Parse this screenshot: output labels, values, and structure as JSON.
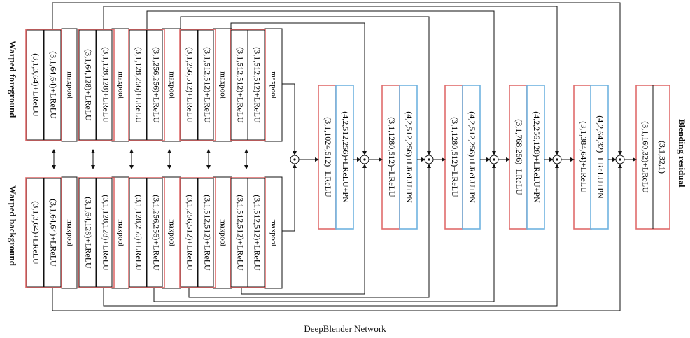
{
  "caption": "DeepBlender Network",
  "labels": {
    "warped_foreground": "Warped foreground",
    "warped_background": "Warped background",
    "blending_residual": "Blending residual"
  },
  "colors": {
    "conv": "#e06c6c",
    "deconv": "#6fb3df",
    "plain": "#111111"
  },
  "encoder_layers": [
    "(3,1,3,64)+LReLU",
    "(3,1,64,64)+LReLU",
    "maxpool",
    "(3,1,64,128)+LReLU",
    "(3,1,128,128)+LReLU",
    "maxpool",
    "(3,1,128,256)+LReLU",
    "(3,1,256,256)+LReLU",
    "maxpool",
    "(3,1,256,512)+LReLU",
    "(3,1,512,512)+LReLU",
    "maxpool",
    "(3,1,512,512)+LReLU",
    "(3,1,512,512)+LReLU",
    "maxpool"
  ],
  "decoder_blocks": [
    {
      "conv": "(3,1,1024,512)+LReLU",
      "deconv": "(4,2,512,256)+LReLU+PN"
    },
    {
      "conv": "(3,1,1280,512)+LReLU",
      "deconv": "(4,2,512,256)+LReLU+PN"
    },
    {
      "conv": "(3,1,1280,512)+LReLU",
      "deconv": "(4,2,512,256)+LReLU+PN"
    },
    {
      "conv": "(3,1,768,256)+LReLU",
      "deconv": "(4,2,256,128)+LReLU+PN"
    },
    {
      "conv": "(3,1,384,64)+LReLU",
      "deconv": "(4,2,64,32)+LReLU+PN"
    }
  ],
  "output_block": {
    "conv": "(3,1,160,32)+LReLU",
    "final": "(3,1,32,1)"
  },
  "concat_symbol": "⊙"
}
